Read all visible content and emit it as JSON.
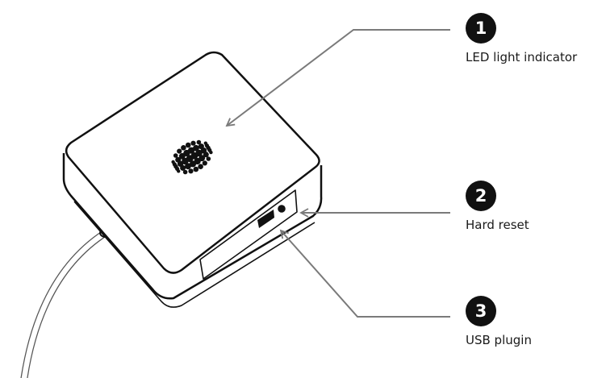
{
  "callouts": [
    {
      "number": "1",
      "label": "LED light indicator"
    },
    {
      "number": "2",
      "label": "Hard reset"
    },
    {
      "number": "3",
      "label": "USB plugin"
    }
  ],
  "colors": {
    "outline": "#111111",
    "leader_line": "#7a7a7a",
    "cable": "#555555",
    "badge_fill": "#111111",
    "badge_text": "#ffffff"
  },
  "icons": [
    "led-dot-pattern-icon",
    "reset-pinhole-icon",
    "usb-port-icon"
  ]
}
